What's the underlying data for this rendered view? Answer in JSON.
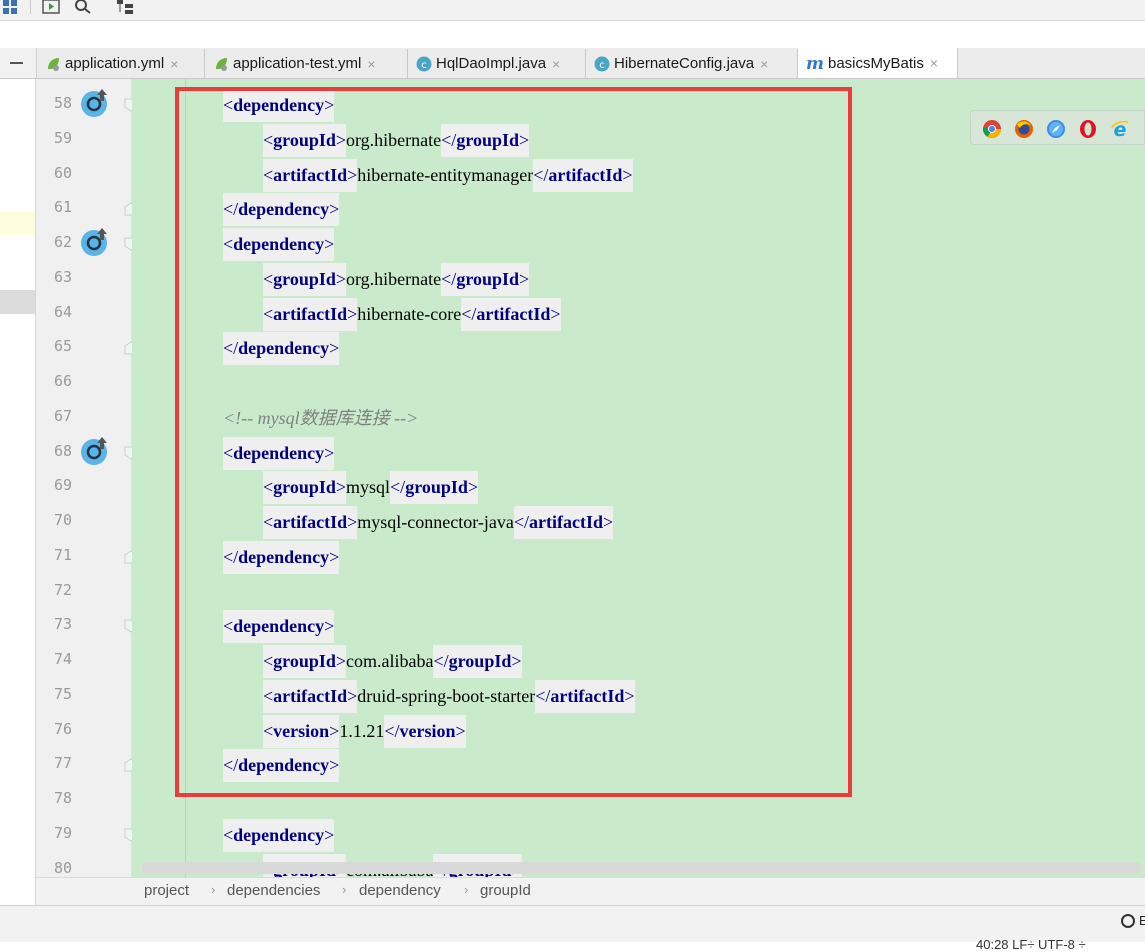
{
  "tabs": [
    {
      "label": "application.yml",
      "icon": "spring-leaf-icon",
      "active": false
    },
    {
      "label": "application-test.yml",
      "icon": "spring-leaf-icon",
      "active": false
    },
    {
      "label": "HqlDaoImpl.java",
      "icon": "java-class-icon",
      "active": false
    },
    {
      "label": "HibernateConfig.java",
      "icon": "java-class-icon",
      "active": false
    },
    {
      "label": "basicsMyBatis",
      "icon": "maven-m-icon",
      "active": true
    }
  ],
  "tab_close_glyph": "×",
  "line_numbers": [
    "58",
    "59",
    "60",
    "61",
    "62",
    "63",
    "64",
    "65",
    "66",
    "67",
    "68",
    "69",
    "70",
    "71",
    "72",
    "73",
    "74",
    "75",
    "76",
    "77",
    "78",
    "79",
    "80"
  ],
  "code": {
    "l58": {
      "open": "<",
      "tag": "dependency",
      "close": ">"
    },
    "l59": {
      "tag": "groupId",
      "text": "org.hibernate"
    },
    "l60": {
      "tag": "artifactId",
      "text": "hibernate-entitymanager"
    },
    "l61": {
      "tag": "dependency"
    },
    "l62": {
      "tag": "dependency"
    },
    "l63": {
      "tag": "groupId",
      "text": "org.hibernate"
    },
    "l64": {
      "tag": "artifactId",
      "text": "hibernate-core"
    },
    "l65": {
      "tag": "dependency"
    },
    "l67": {
      "comment": "<!-- mysql数据库连接 -->"
    },
    "l68": {
      "tag": "dependency"
    },
    "l69": {
      "tag": "groupId",
      "text": "mysql"
    },
    "l70": {
      "tag": "artifactId",
      "text": "mysql-connector-java"
    },
    "l71": {
      "tag": "dependency"
    },
    "l73": {
      "tag": "dependency"
    },
    "l74": {
      "tag": "groupId",
      "text": "com.alibaba"
    },
    "l75": {
      "tag": "artifactId",
      "text": "druid-spring-boot-starter"
    },
    "l76": {
      "tag": "version",
      "text": "1.1.21"
    },
    "l77": {
      "tag": "dependency"
    },
    "l79": {
      "tag": "dependency"
    },
    "l80": {
      "tag": "groupId",
      "text": "com.alibaba"
    }
  },
  "glyphs": {
    "lt": "<",
    "gt": ">",
    "lts": "</"
  },
  "browsers": [
    "chrome-icon",
    "firefox-icon",
    "safari-icon",
    "opera-icon",
    "ie-icon"
  ],
  "breadcrumb": [
    "project",
    "dependencies",
    "dependency",
    "groupId"
  ],
  "breadcrumb_sep": "›",
  "status": {
    "letter": "E",
    "partial": "40:28  LF÷  UTF-8  ÷"
  }
}
